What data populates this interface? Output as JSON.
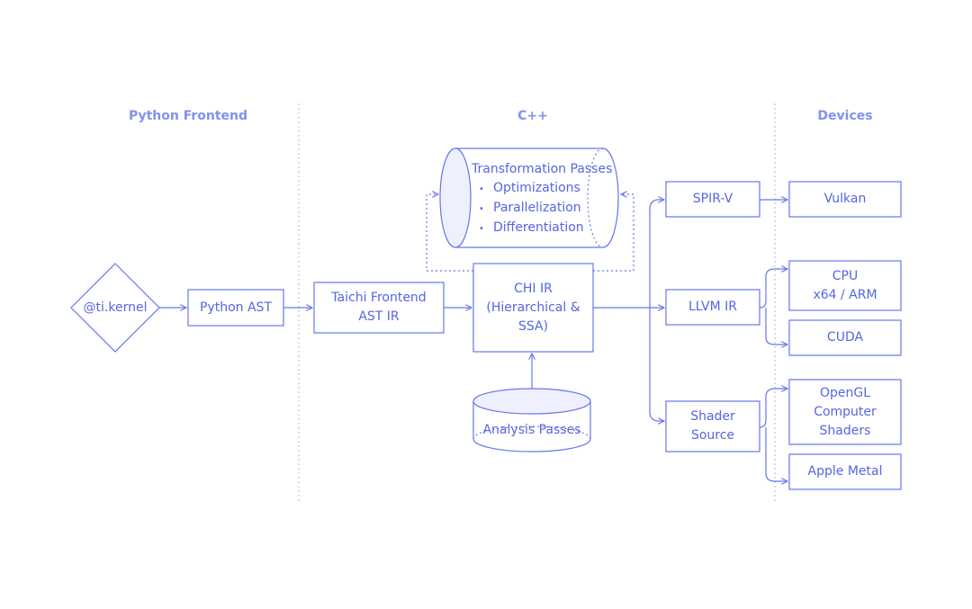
{
  "headers": {
    "python_frontend": "Python Frontend",
    "cpp": "C++",
    "devices": "Devices"
  },
  "nodes": {
    "ti_kernel": "@ti.kernel",
    "python_ast": "Python AST",
    "taichi_frontend": [
      "Taichi Frontend",
      "AST IR"
    ],
    "chi_ir": [
      "CHI IR",
      "(Hierarchical &",
      "SSA)"
    ],
    "transformation_passes": {
      "title": "Transformation Passes",
      "items": [
        "Optimizations",
        "Parallelization",
        "Differentiation"
      ]
    },
    "analysis_passes": "Analysis Passes",
    "spir_v": "SPIR-V",
    "llvm_ir": "LLVM IR",
    "shader_source": [
      "Shader",
      "Source"
    ],
    "vulkan": "Vulkan",
    "cpu": [
      "CPU",
      "x64 / ARM"
    ],
    "cuda": "CUDA",
    "opengl": [
      "OpenGL",
      "Computer",
      "Shaders"
    ],
    "apple_metal": "Apple Metal"
  },
  "colors": {
    "stroke": "#6677e6",
    "text": "#5566e0",
    "header": "#8191ec",
    "cylinder_fill": "#eef0fd"
  }
}
